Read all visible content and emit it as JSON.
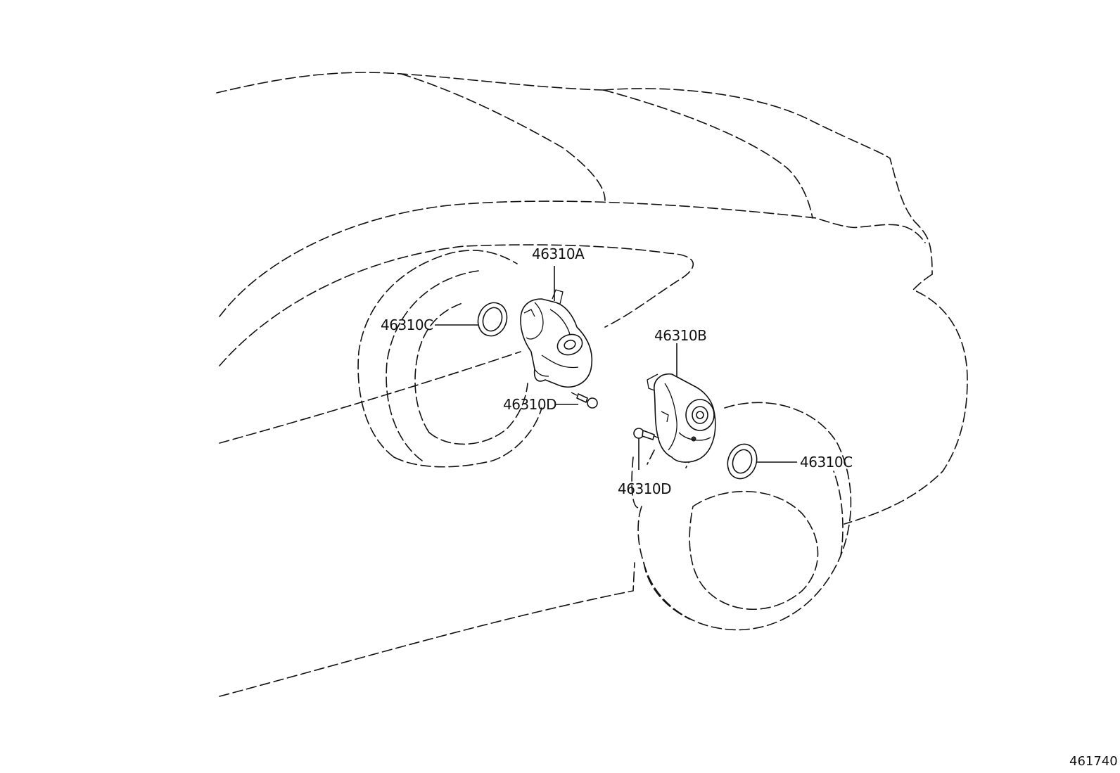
{
  "labels": {
    "part_a": "46310A",
    "part_b": "46310B",
    "part_c_left": "46310C",
    "part_c_right": "46310C",
    "part_d_left": "46310D",
    "part_d_right": "46310D"
  },
  "figure_number": "461740"
}
